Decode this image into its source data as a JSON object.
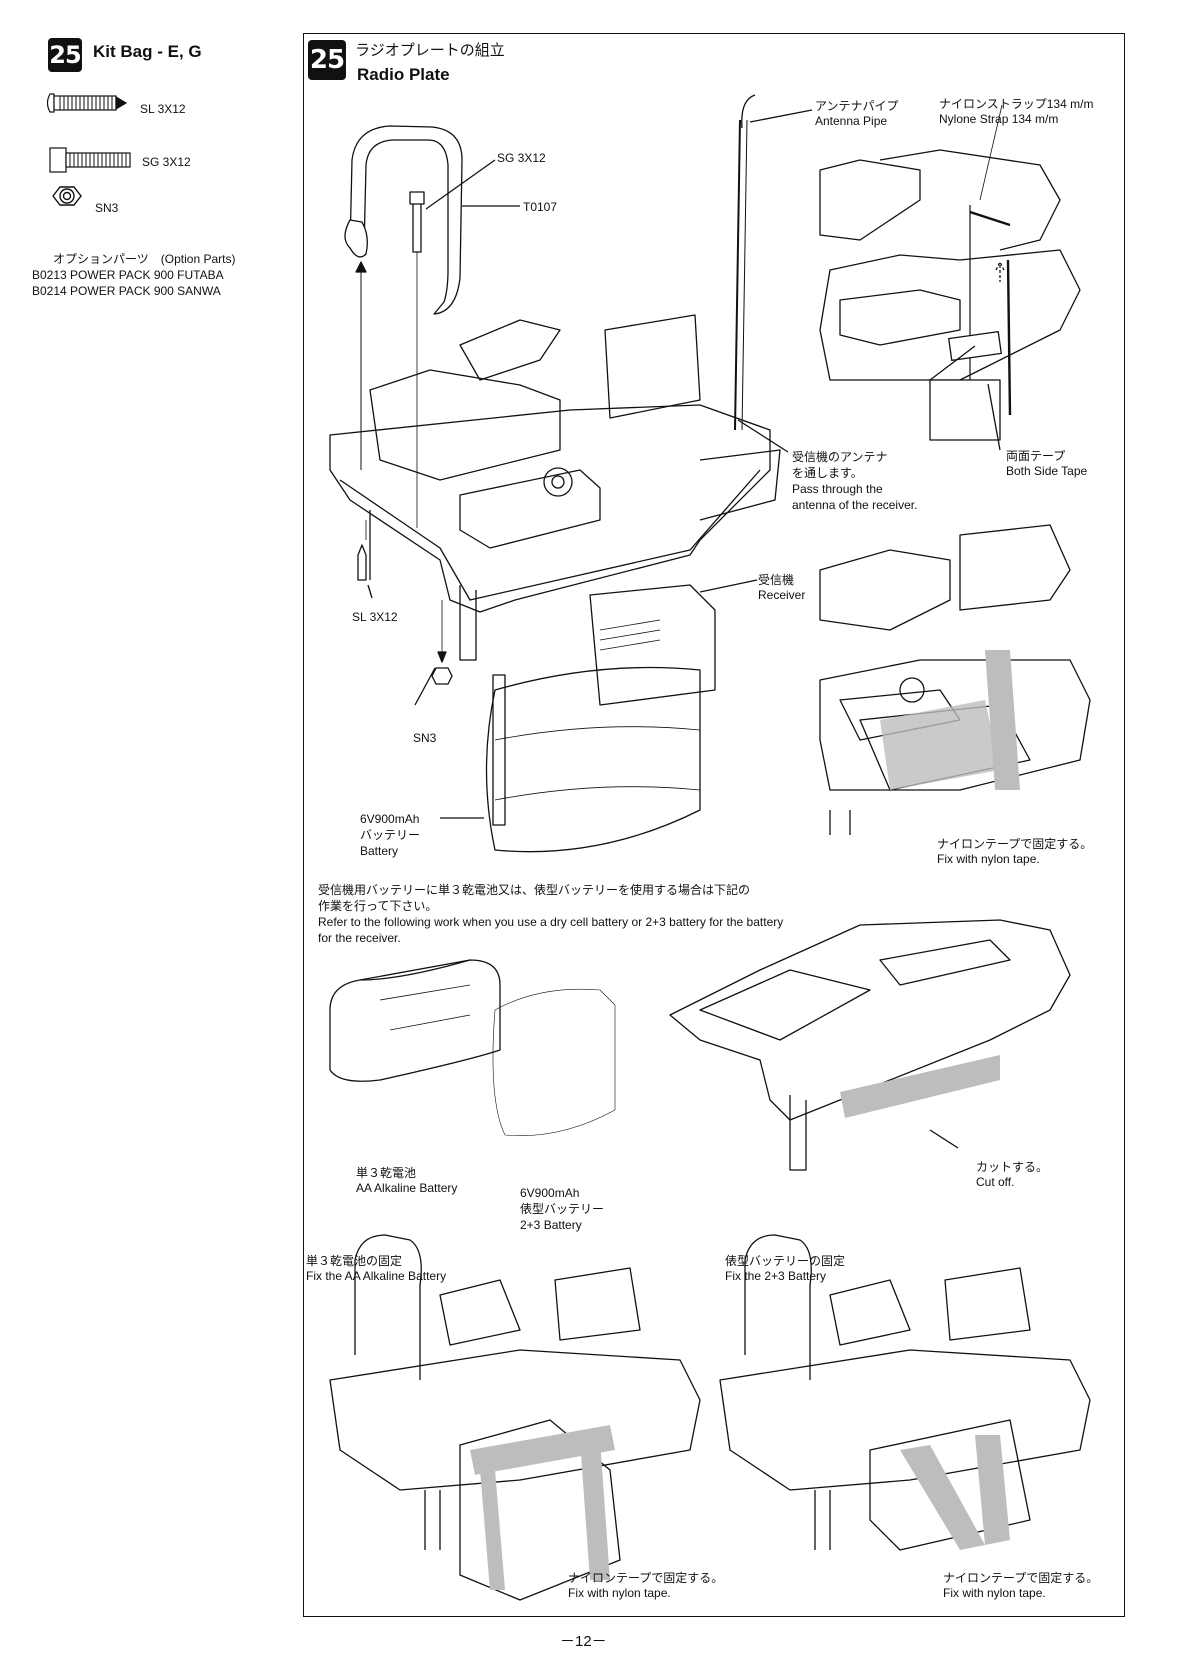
{
  "sidebar": {
    "step_number": "25",
    "kit_bag_title": "Kit Bag - E, G",
    "parts": [
      {
        "icon": "screw-sl-icon",
        "label": "SL 3X12"
      },
      {
        "icon": "screw-sg-icon",
        "label": "SG 3X12"
      },
      {
        "icon": "nut-sn-icon",
        "label": "SN3"
      }
    ],
    "option_parts_heading": "オプションパーツ　(Option Parts)",
    "option_parts": [
      "B0213 POWER PACK 900  FUTABA",
      "B0214 POWER PACK 900  SANWA"
    ]
  },
  "main": {
    "step_number": "25",
    "title_jp": "ラジオプレートの組立",
    "title_en": "Radio Plate",
    "labels": {
      "sg3x12": "SG 3X12",
      "t0107": "T0107",
      "antenna_jp": "アンテナパイプ",
      "antenna_en": "Antenna Pipe",
      "strap_jp": "ナイロンストラップ134 m/m",
      "strap_en": "Nylone Strap 134 m/m",
      "pass_jp1": "受信機のアンテナ",
      "pass_jp2": "を通します。",
      "pass_en1": "Pass through the",
      "pass_en2": "antenna of the receiver.",
      "tape_jp": "両面テープ",
      "tape_en": "Both Side Tape",
      "receiver_jp": "受信機",
      "receiver_en": "Receiver",
      "sl3x12": "SL 3X12",
      "sn3": "SN3",
      "battery_1": "6V900mAh",
      "battery_2": "バッテリー",
      "battery_3": "Battery",
      "nylon_jp": "ナイロンテープで固定する。",
      "nylon_en": "Fix with nylon tape."
    },
    "note_jp1": "受信機用バッテリーに単３乾電池又は、俵型バッテリーを使用する場合は下記の",
    "note_jp2": "作業を行って下さい。",
    "note_en1": "Refer to the following work when  you use a dry cell battery or 2+3 battery for the battery",
    "note_en2": "for the receiver.",
    "aa_jp": "単３乾電池",
    "aa_en": "AA Alkaline  Battery",
    "pack_1": "6V900mAh",
    "pack_2": "俵型バッテリー",
    "pack_3": "2+3 Battery",
    "cut_jp": "カットする。",
    "cut_en": "Cut off.",
    "fix_aa_jp": "単３乾電池の固定",
    "fix_aa_en": "Fix  the  AA  Alkaline    Battery",
    "fix_23_jp": "俵型バッテリーの固定",
    "fix_23_en": "Fix the 2+3 Battery",
    "fix_nylon_jp": "ナイロンテープで固定する。",
    "fix_nylon_en": "Fix with nylon tape."
  },
  "page_number": "－12－"
}
